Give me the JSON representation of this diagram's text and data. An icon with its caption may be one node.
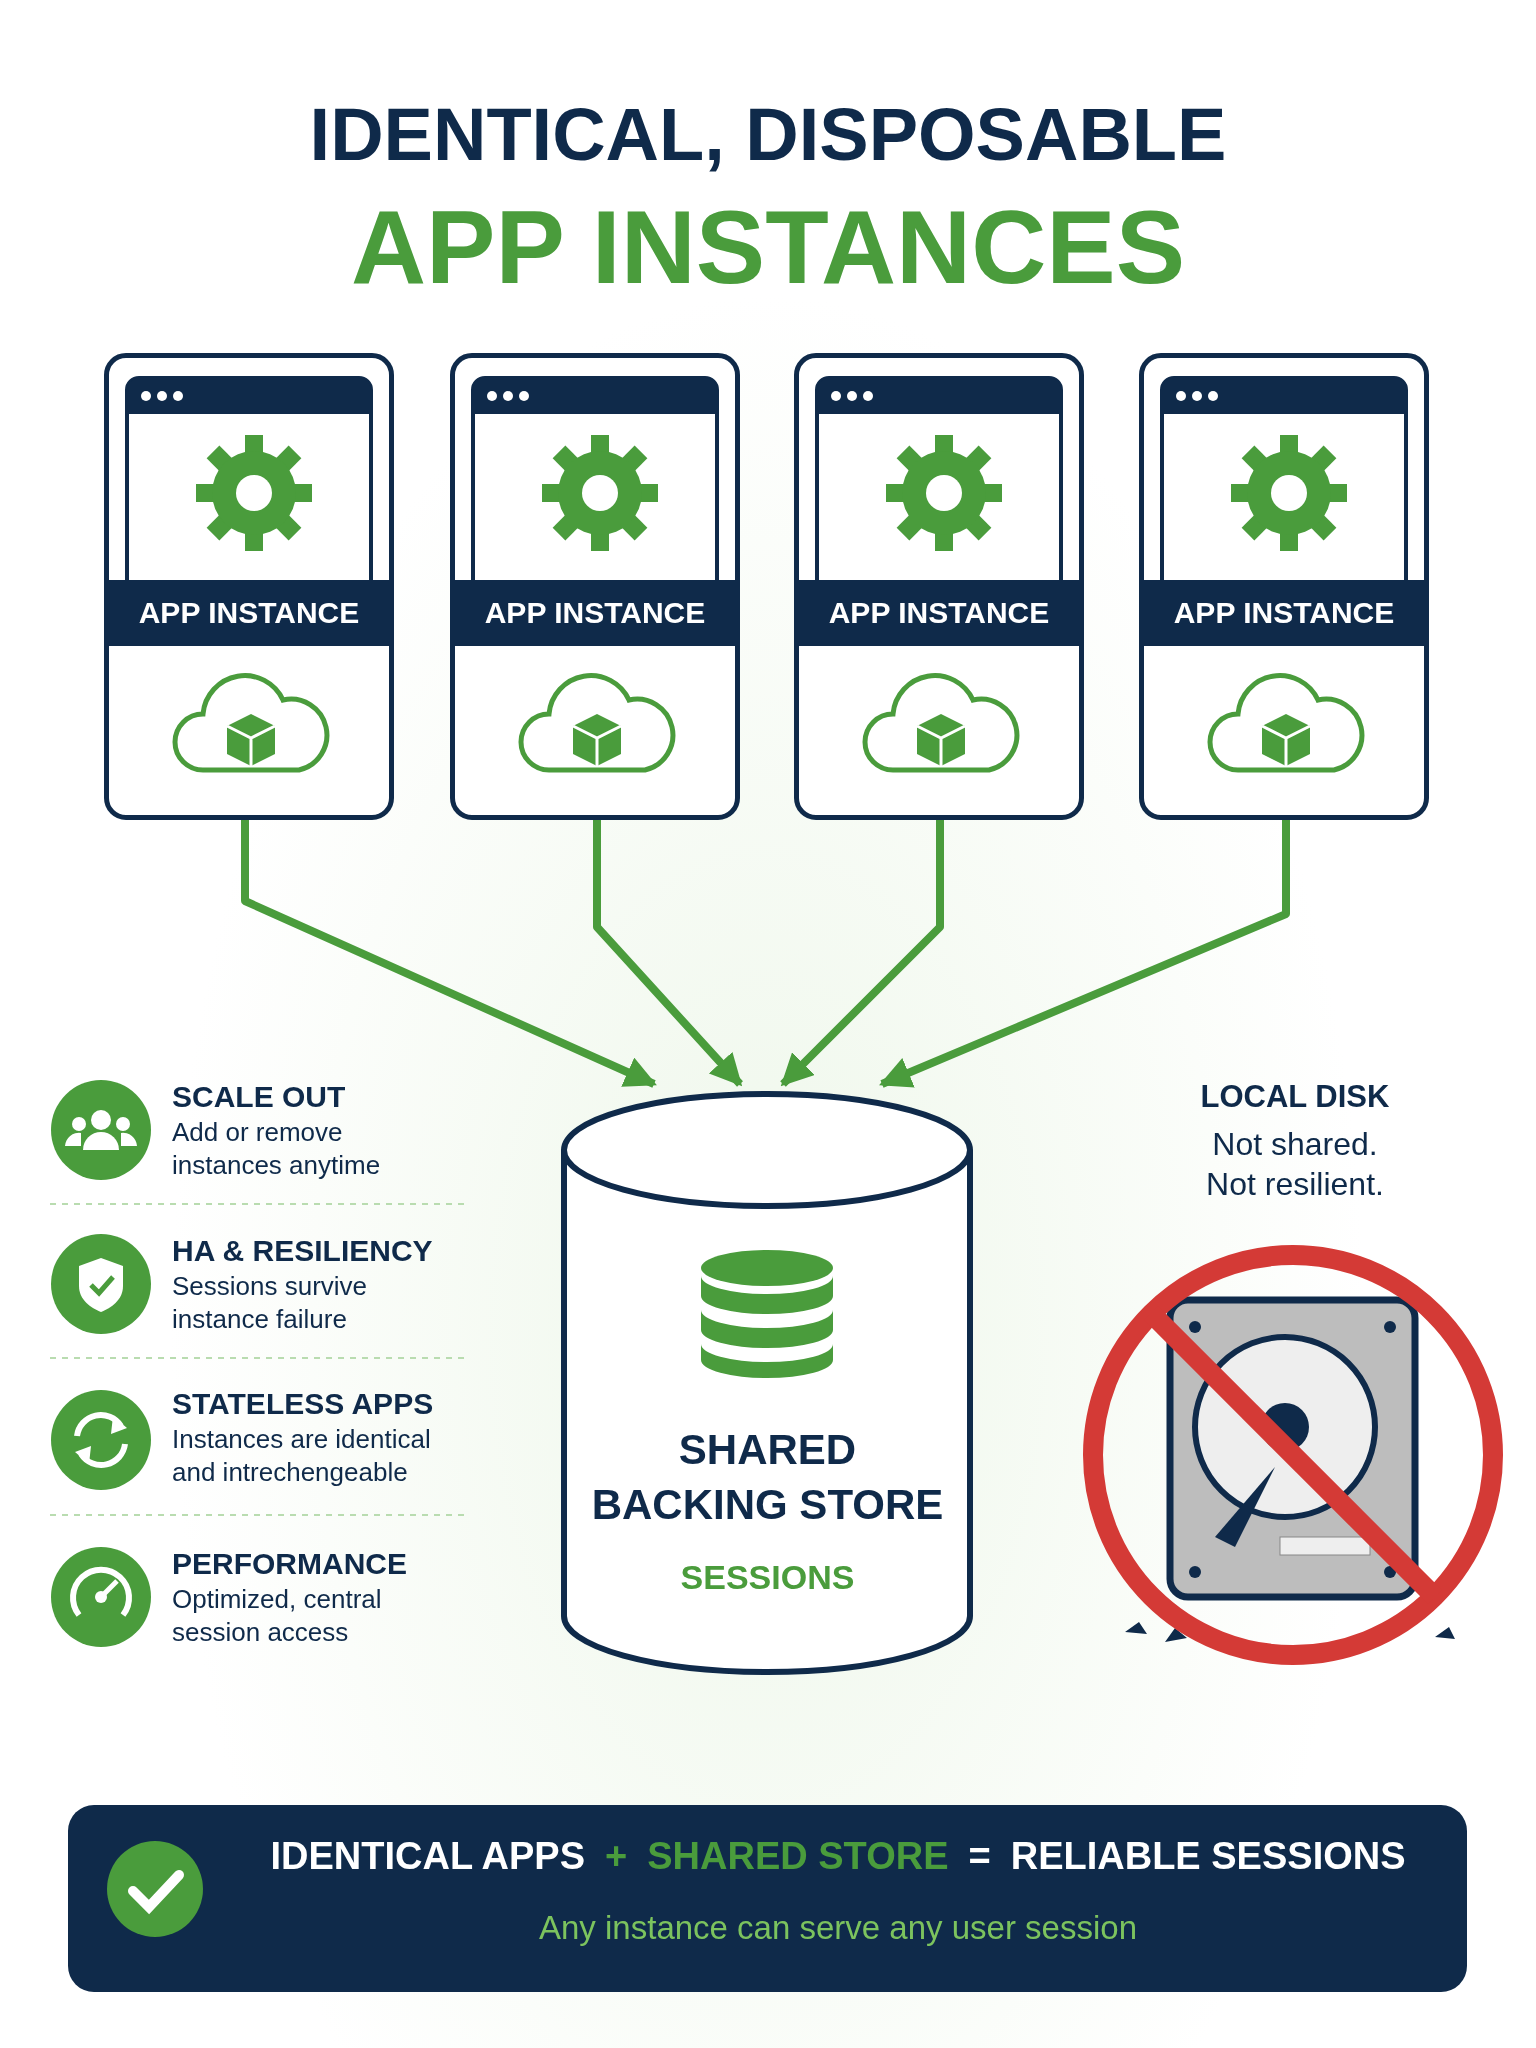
{
  "diagram": {
    "title": "IDENTICAL, DISPOSABLE",
    "nodes": [
      {
        "text": [
          "APP INSTANCE"
        ]
      },
      {
        "text": [
          "APP INSTANCE"
        ]
      },
      {
        "text": [
          "APP INSTANCE"
        ]
      },
      {
        "text": [
          "APP INSTANCE"
        ]
      },
      {
        "text": [
          "SHARED BACKING STORE",
          "SESSIONS"
        ]
      },
      {
        "text": [
          "IDENTICAL APPS",
          "+",
          "SHARED STORE",
          "=",
          "RELIABLE SESSIONS",
          "Any instance can serve any user session"
        ]
      }
    ],
    "edges": [
      {
        "from": 0,
        "to": 4,
        "arrow": "to"
      },
      {
        "from": 1,
        "to": 4,
        "arrow": "to"
      },
      {
        "from": 2,
        "to": 4,
        "arrow": "to"
      },
      {
        "from": 3,
        "to": 4,
        "arrow": "to"
      }
    ],
    "labels": [
      "APP INSTANCES",
      "SCALE OUT",
      "Add or remove instances anytime",
      "LOCAL DISK",
      "Not shared. Not resilient.",
      "HA & RESILIENCY",
      "Sessions survive instance failure",
      "STATELESS APPS",
      "Instances are identical and intrechengeable",
      "PERFORMANCE",
      "Optimized, central session access"
    ]
  }
}
